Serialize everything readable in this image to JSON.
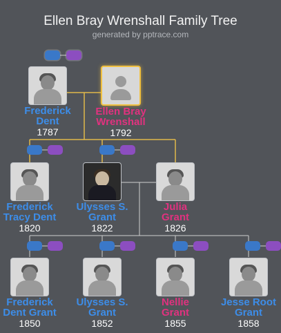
{
  "title": "Ellen Bray Wrenshall Family Tree",
  "subtitle": "generated by pptrace.com",
  "colors": {
    "male": "#3d8de8",
    "female": "#e0327f",
    "focus_line": "#e0b84a",
    "line": "#d0d0d0"
  },
  "people": {
    "frederick_dent": {
      "name_1": "Frederick",
      "name_2": "Dent",
      "year": "1787",
      "sex": "m"
    },
    "ellen_bray_wrenshall": {
      "name_1": "Ellen Bray",
      "name_2": "Wrenshall",
      "year": "1792",
      "sex": "f",
      "photo": "avatar-placeholder-icon"
    },
    "frederick_tracy_dent": {
      "name_1": "Frederick",
      "name_2": "Tracy Dent",
      "year": "1820",
      "sex": "m"
    },
    "ulysses_s_grant": {
      "name_1": "Ulysses S.",
      "name_2": "Grant",
      "year": "1822",
      "sex": "m"
    },
    "julia_grant": {
      "name_1": "Julia",
      "name_2": "Grant",
      "year": "1826",
      "sex": "f"
    },
    "frederick_dent_grant": {
      "name_1": "Frederick",
      "name_2": "Dent Grant",
      "year": "1850",
      "sex": "m"
    },
    "ulysses_s_grant_jr": {
      "name_1": "Ulysses S.",
      "name_2": "Grant",
      "year": "1852",
      "sex": "m"
    },
    "nellie_grant": {
      "name_1": "Nellie",
      "name_2": "Grant",
      "year": "1855",
      "sex": "f"
    },
    "jesse_root_grant": {
      "name_1": "Jesse Root",
      "name_2": "Grant",
      "year": "1858",
      "sex": "m"
    }
  }
}
